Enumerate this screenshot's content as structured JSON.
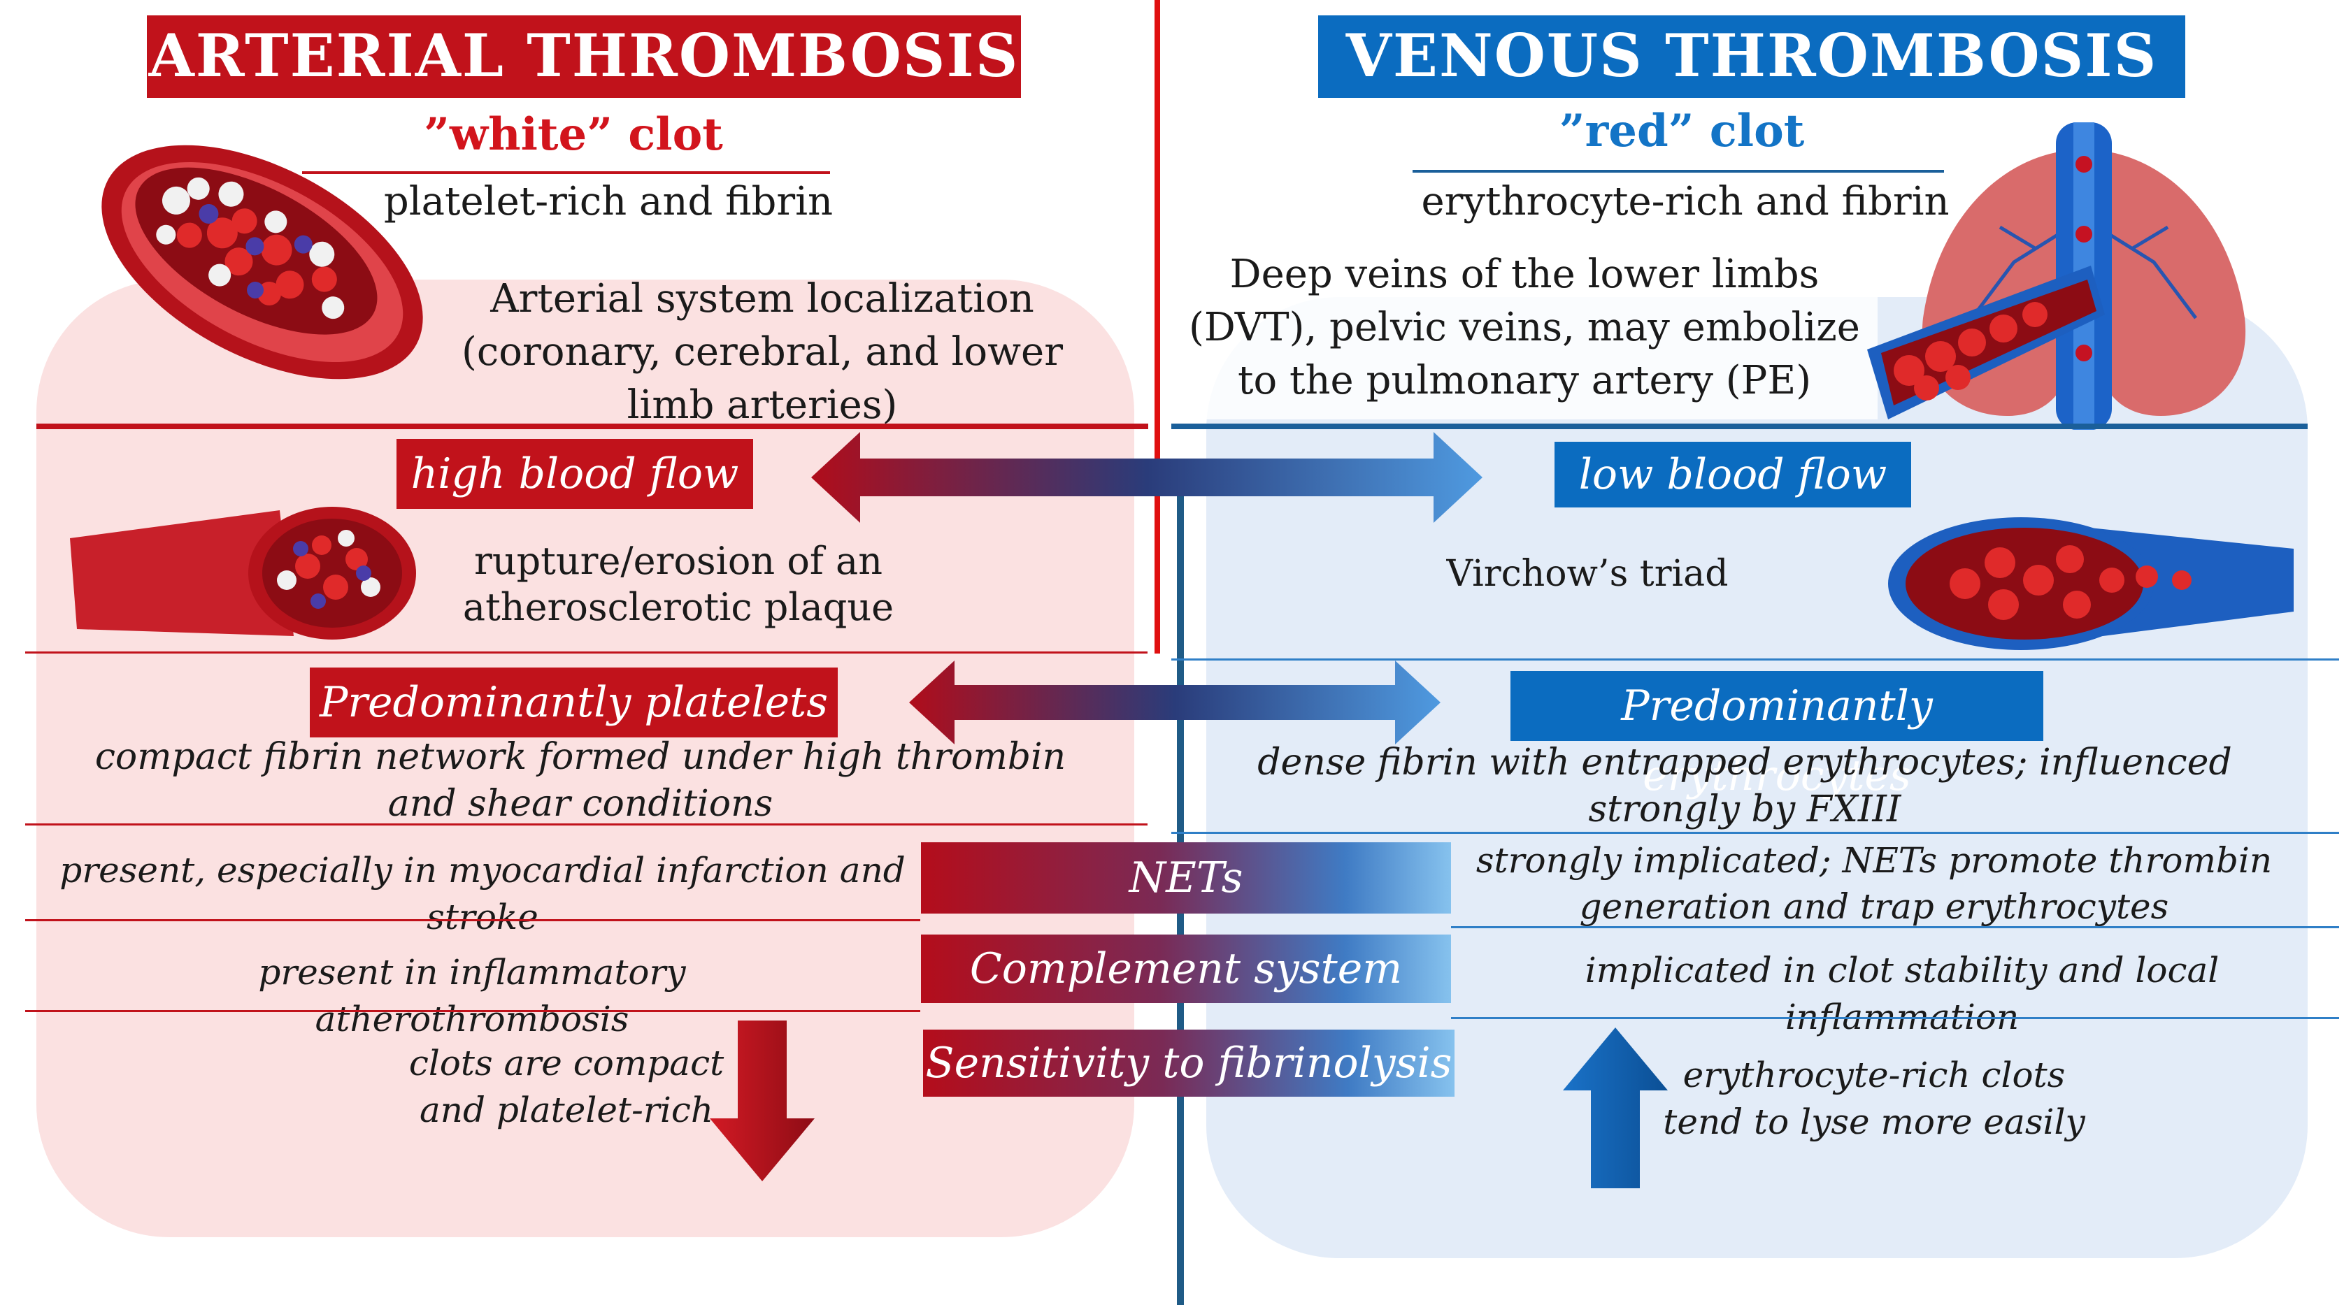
{
  "arterial": {
    "title": "ARTERIAL THROMBOSIS",
    "clot_type": "”white” clot",
    "composition": "platelet-rich and fibrin",
    "localization": "Arterial system localization (coronary, cerebral, and lower limb arteries)",
    "flow": "high blood flow",
    "trigger": "rupture/erosion of an atherosclerotic plaque",
    "predominant": "Predominantly platelets",
    "fibrin": "compact fibrin network formed under high thrombin and shear conditions",
    "nets": "present, especially in myocardial infarction and stroke",
    "complement": "present in inflammatory atherothrombosis",
    "fibrinolysis": "clots are compact and platelet-rich"
  },
  "venous": {
    "title": "VENOUS THROMBOSIS",
    "clot_type": "”red” clot",
    "composition": "erythrocyte-rich and fibrin",
    "localization": "Deep veins of the lower limbs (DVT), pelvic veins, may embolize to the pulmonary artery (PE)",
    "flow": "low blood flow",
    "trigger": "Virchow’s triad",
    "predominant": "Predominantly erythrocytes",
    "fibrin": "dense fibrin with entrapped erythrocytes; influenced strongly by FXIII",
    "nets": "strongly implicated; NETs promote thrombin generation and trap erythrocytes",
    "complement": "implicated in clot stability and local inflammation",
    "fibrinolysis": "erythrocyte-rich clots tend to lyse more easily"
  },
  "center": {
    "nets": "NETs",
    "complement": "Complement system",
    "fibrinolysis": "Sensitivity to fibrinolysis"
  },
  "colors": {
    "arterial_red": "#c1121b",
    "venous_blue": "#0b6cc0",
    "arterial_panel": "#fbe1e1",
    "venous_panel": "#e3ecf8"
  },
  "icons": [
    "artery-clot-illustration",
    "lungs-vein-illustration",
    "artery-cross-section-illustration",
    "vein-cross-section-illustration",
    "double-arrow",
    "arrow-down-icon",
    "arrow-up-icon"
  ]
}
